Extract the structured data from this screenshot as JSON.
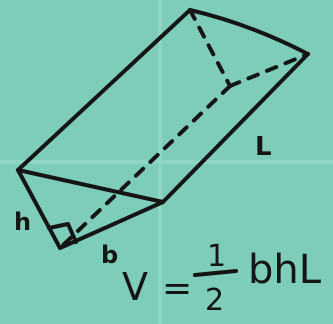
{
  "figure": {
    "labels": {
      "height": "h",
      "base": "b",
      "length": "L"
    },
    "formula": {
      "lhs": "V",
      "equals": "=",
      "numerator": "1",
      "denominator": "2",
      "rhs": "bhL"
    }
  },
  "colors": {
    "background": "#7ecdbb",
    "ink": "#151515"
  }
}
